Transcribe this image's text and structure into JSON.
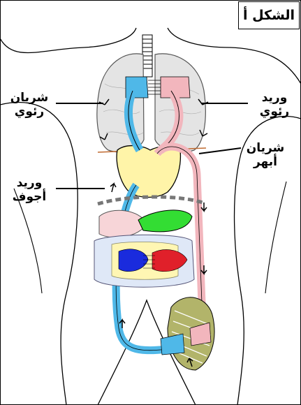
{
  "figure_label": "الشكل أ",
  "labels": {
    "pulmonary_artery": {
      "line1": "شريان",
      "line2": "رئوي"
    },
    "pulmonary_vein": {
      "line1": "وريد",
      "line2": "رئوي"
    },
    "aorta": {
      "line1": "شريان",
      "line2": "أبهر"
    },
    "vena_cava": {
      "line1": "وريد",
      "line2": "أجوف"
    }
  },
  "colors": {
    "oxygen_poor": "#4fb8e8",
    "oxygen_rich": "#f2b6bd",
    "heart": "#fff4a8",
    "lung": "#e4e4e4",
    "stomach": "#33dd33",
    "intestine": "#dfe8f7",
    "capillary_blue": "#1a2bdd",
    "capillary_red": "#e0202a",
    "muscle": "#b2b46a"
  }
}
